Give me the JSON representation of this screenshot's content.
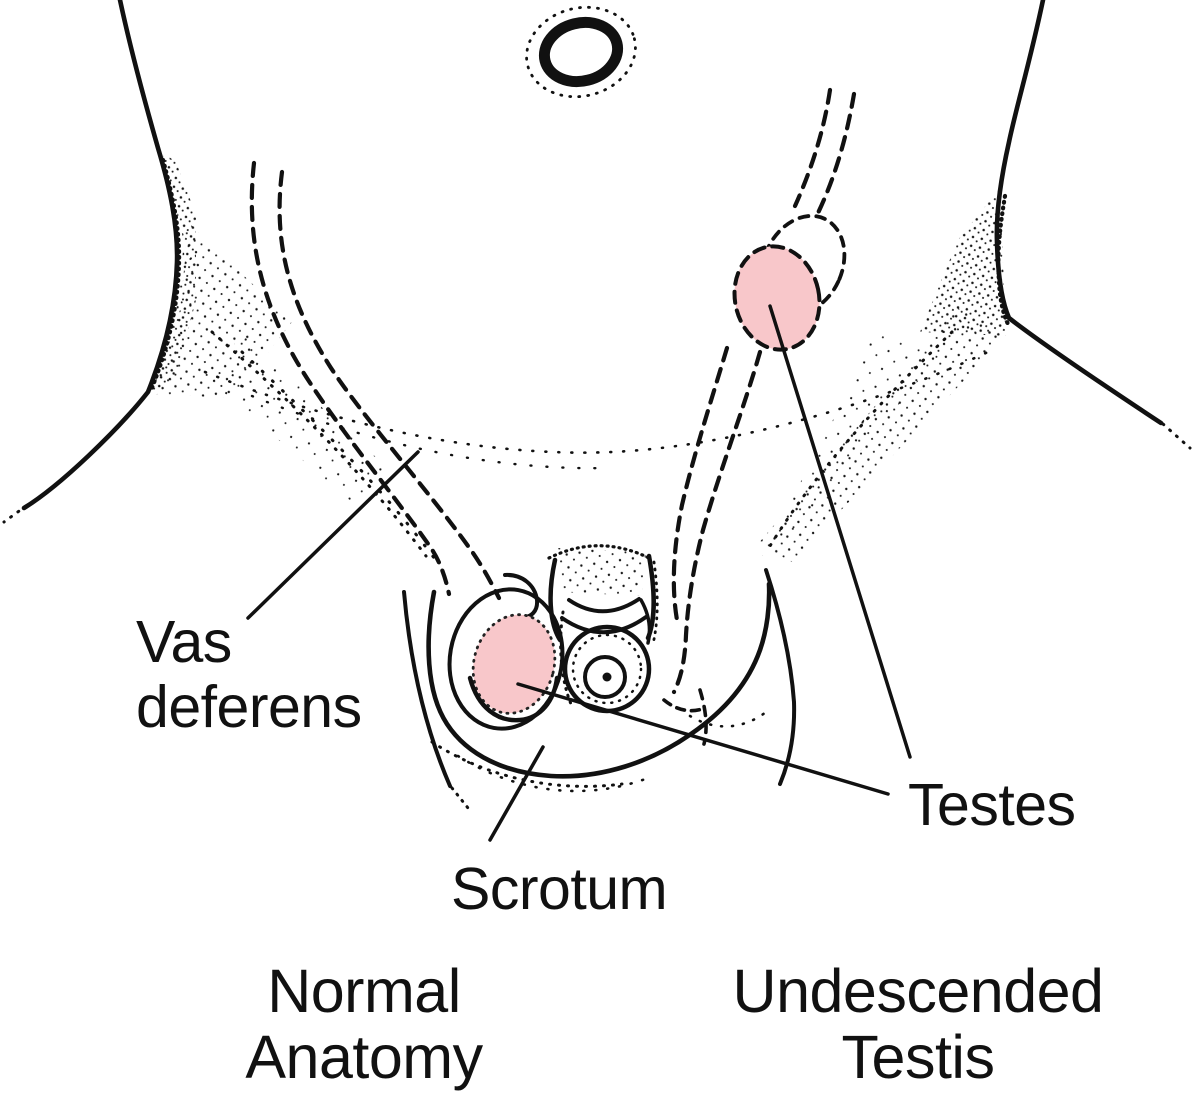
{
  "labels": {
    "vas_deferens": {
      "line1": "Vas",
      "line2": "deferens"
    },
    "testes": "Testes",
    "scrotum": "Scrotum"
  },
  "captions": {
    "normal": {
      "line1": "Normal",
      "line2": "Anatomy"
    },
    "undescended": {
      "line1": "Undescended",
      "line2": "Testis"
    }
  },
  "colors": {
    "ink": "#111111",
    "testis_fill": "#f8c7ca",
    "background": "#ffffff"
  }
}
